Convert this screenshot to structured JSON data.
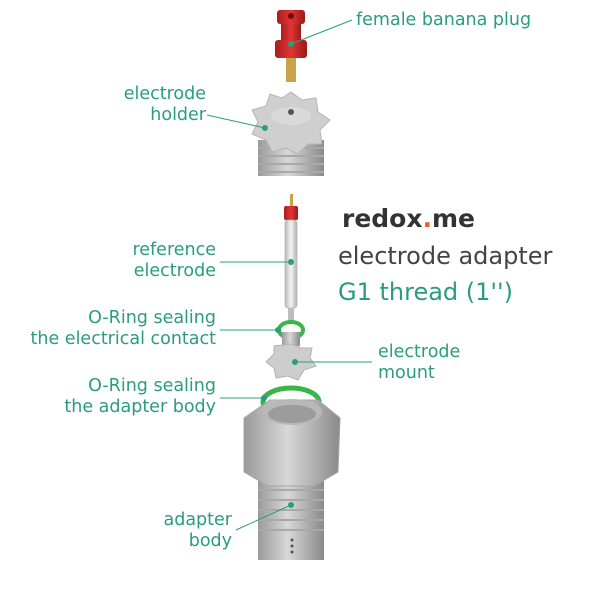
{
  "brand": {
    "name_left": "redox",
    "dot": ".",
    "name_right": "me"
  },
  "title": {
    "line1": "electrode adapter",
    "line2": "G1 thread (1'')"
  },
  "labels": {
    "banana_plug": "female banana plug",
    "holder_1": "electrode",
    "holder_2": "holder",
    "reference_1": "reference",
    "reference_2": "electrode",
    "oring_contact_1": "O-Ring sealing",
    "oring_contact_2": "the electrical contact",
    "mount_1": "electrode",
    "mount_2": "mount",
    "oring_body_1": "O-Ring sealing",
    "oring_body_2": "the adapter body",
    "body_1": "adapter",
    "body_2": "body"
  },
  "colors": {
    "label": "#2a9d7c",
    "brand_dot": "#e85d2a",
    "part_gray": "#c9c9c9",
    "plug_red": "#d42a2a",
    "oring_green": "#3ab54a"
  }
}
